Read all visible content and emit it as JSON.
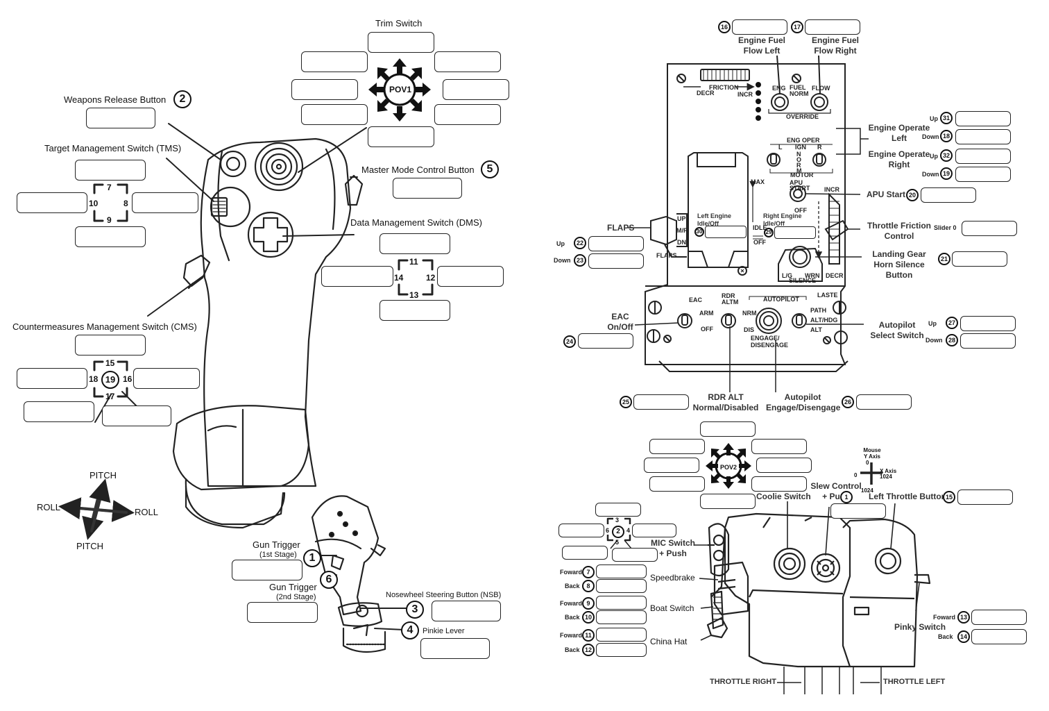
{
  "stick": {
    "trim_switch": "Trim Switch",
    "pov1": "POV1",
    "weapons_release": "Weapons Release Button",
    "weapons_release_num": "2",
    "tms": "Target Management Switch (TMS)",
    "tms_nums": [
      "7",
      "8",
      "9",
      "10"
    ],
    "master_mode": "Master Mode Control Button",
    "master_mode_num": "5",
    "dms": "Data Management Switch (DMS)",
    "dms_nums": [
      "11",
      "12",
      "13",
      "14"
    ],
    "cms": "Countermeasures Management Switch (CMS)",
    "cms_nums": [
      "15",
      "16",
      "17",
      "18",
      "19"
    ],
    "axes": {
      "pitch_top": "PITCH",
      "pitch_bottom": "PITCH",
      "roll_left": "ROLL",
      "roll_right": "ROLL"
    },
    "gun_trigger_1": "Gun Trigger",
    "gun_trigger_1_sub": "(1st Stage)",
    "gun_trigger_1_num": "1",
    "gun_trigger_2": "Gun Trigger",
    "gun_trigger_2_sub": "(2nd Stage)",
    "gun_trigger_2_num": "6",
    "nsb": "Nosewheel Steering Button (NSB)",
    "nsb_num": "3",
    "pinkie": "Pinkie Lever",
    "pinkie_num": "4"
  },
  "panel": {
    "fuel_flow_left": "Engine Fuel Flow Left",
    "fuel_flow_left_num": "16",
    "fuel_flow_right": "Engine Fuel Flow Right",
    "fuel_flow_right_num": "17",
    "friction": "FRICTION",
    "decr": "DECR",
    "incr": "INCR",
    "eng": "ENG",
    "fuel_norm": "FUEL NORM",
    "flow": "FLOW",
    "override": "OVERRIDE",
    "eng_oper": "ENG OPER",
    "ign": "IGN",
    "l": "L",
    "r": "R",
    "norm": "NORM",
    "motor": "MOTOR",
    "max": "MAX",
    "idle": "IDLE",
    "off": "OFF",
    "apu_start_plate": "APU START",
    "apu_off_plate": "OFF",
    "incr2": "INCR",
    "decr2": "DECR",
    "flaps_plate": "FLAPS",
    "flaps_up": "UP",
    "flaps_mr": "M/R",
    "flaps_dn": "DN",
    "lg": "L/G",
    "wrn": "WRN",
    "silence": "SILENCE",
    "engine_operate_left": "Engine Operate Left",
    "engine_operate_right": "Engine Operate Right",
    "up": "Up",
    "down": "Down",
    "eol_up_num": "31",
    "eol_down_num": "18",
    "eor_up_num": "32",
    "eor_down_num": "19",
    "apu_start": "APU Start",
    "apu_num": "20",
    "throttle_friction": "Throttle Friction Control",
    "slider": "Slider 0",
    "lg_horn": "Landing Gear Horn Silence Button",
    "lg_horn_num": "21",
    "flaps": "FLAPS",
    "flaps_up_label": "Up",
    "flaps_up_num": "22",
    "flaps_down_label": "Down",
    "flaps_down_num": "23",
    "left_engine": "Left Engine Idle/Off",
    "left_engine_num": "30",
    "right_engine": "Right Engine Idle/Off",
    "right_engine_num": "29",
    "eac_plate": "EAC",
    "arm": "ARM",
    "off2": "OFF",
    "rdr_altm": "RDR ALTM",
    "nrm": "NRM",
    "dis": "DIS",
    "autopilot_plate": "AUTOPILOT",
    "engage_plate": "ENGAGE/ DISENGAGE",
    "laste": "LASTE",
    "path": "PATH",
    "alt_hdg": "ALT/HDG",
    "alt": "ALT",
    "eac": "EAC On/Off",
    "eac_num": "24",
    "rdr_alt": "RDR ALT Normal/Disabled",
    "rdr_alt_num": "25",
    "autopilot_engage": "Autopilot Engage/Disengage",
    "autopilot_engage_num": "26",
    "autopilot_select": "Autopilot Select Switch",
    "ap_up": "Up",
    "ap_up_num": "27",
    "ap_down": "Down",
    "ap_down_num": "28"
  },
  "throttle": {
    "pov2": "POV2",
    "mouse": "Mouse Y Axis",
    "mouse_0": "0",
    "x_axis": "X Axis",
    "x_0": "0",
    "x_1024": "1024",
    "y_1024": "1024",
    "coolie": "Coolie Switch",
    "slew": "Slew Control + Push",
    "slew_num": "1",
    "left_throttle_button": "Left Throttle Button",
    "left_throttle_num": "15",
    "mic_nums": [
      "3",
      "2",
      "4",
      "5",
      "6"
    ],
    "mic": "MIC Switch + Push",
    "foward": "Foward",
    "back": "Back",
    "speedbrake": "Speedbrake",
    "speedbrake_nums": [
      "7",
      "8"
    ],
    "boat": "Boat Switch",
    "boat_nums": [
      "9",
      "10"
    ],
    "china": "China Hat",
    "china_nums": [
      "11",
      "12"
    ],
    "pinky": "Pinky Switch",
    "pinky_nums": [
      "13",
      "14"
    ],
    "throttle_right": "THROTTLE RIGHT",
    "throttle_left": "THROTTLE LEFT"
  }
}
